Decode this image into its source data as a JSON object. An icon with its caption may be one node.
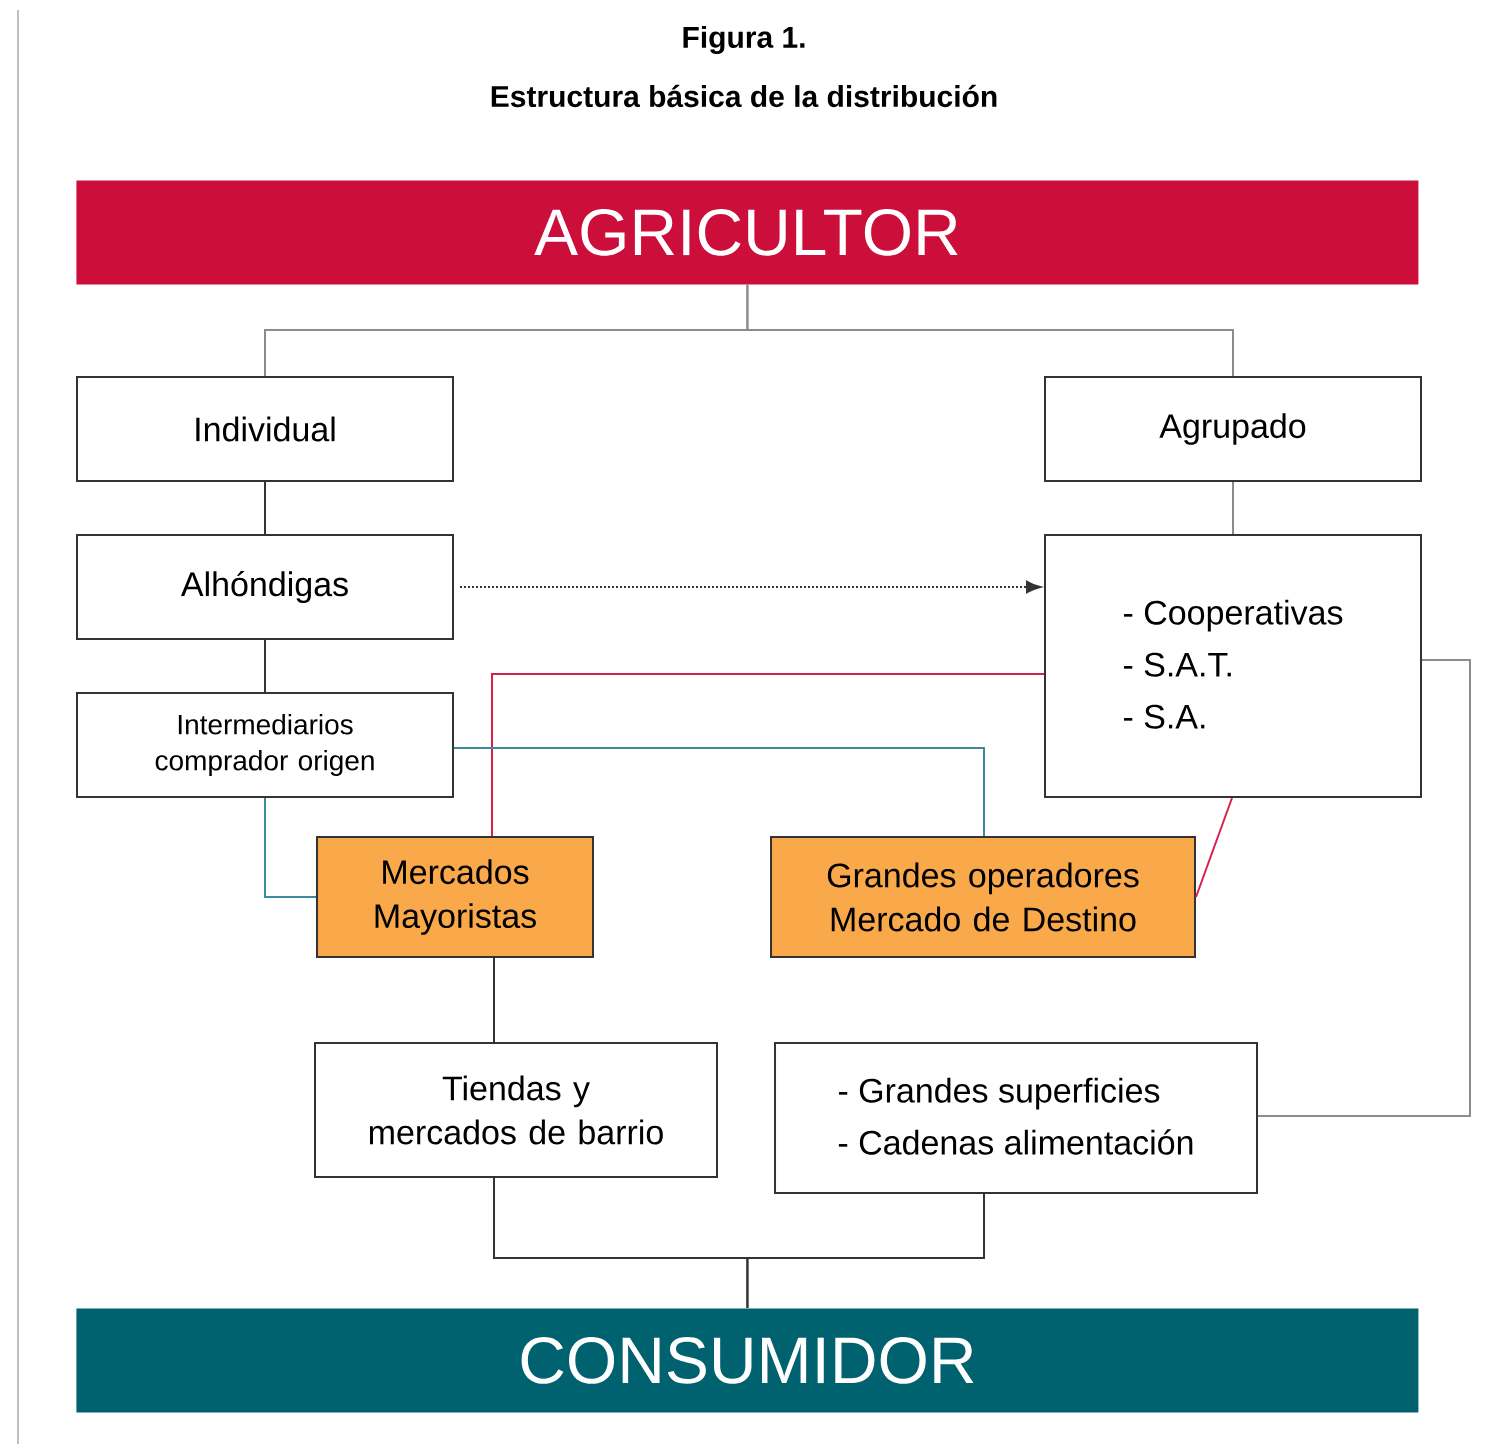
{
  "diagram": {
    "title": "Estructura básica de la distribución",
    "labels": [
      "Figura 1."
    ],
    "nodes": [
      {
        "text": [
          "AGRICULTOR"
        ]
      },
      {
        "text": [
          "Individual"
        ]
      },
      {
        "text": [
          "Agrupado"
        ]
      },
      {
        "text": [
          "Alhóndigas"
        ]
      },
      {
        "text": [
          "- Cooperativas",
          "- S.A.T.",
          "- S.A."
        ]
      },
      {
        "text": [
          "Intermediarios comprador origen"
        ]
      },
      {
        "text": [
          "Mercados Mayoristas"
        ]
      },
      {
        "text": [
          "Grandes operadores Mercado de Destino"
        ]
      },
      {
        "text": [
          "Tiendas y mercados de barrio"
        ]
      },
      {
        "text": [
          "- Grandes superficies",
          "- Cadenas alimentación"
        ]
      },
      {
        "text": [
          "CONSUMIDOR"
        ]
      }
    ],
    "edges": [
      {
        "from": 0,
        "to": 1,
        "arrow": "none",
        "color": "#8c8c8c"
      },
      {
        "from": 0,
        "to": 2,
        "arrow": "none",
        "color": "#8c8c8c"
      },
      {
        "from": 1,
        "to": 3,
        "arrow": "none"
      },
      {
        "from": 2,
        "to": 4,
        "arrow": "none",
        "color": "#8c8c8c"
      },
      {
        "from": 3,
        "to": 4,
        "arrow": "to",
        "style": "dashed"
      },
      {
        "from": 3,
        "to": 5,
        "arrow": "none"
      },
      {
        "from": 4,
        "to": 6,
        "arrow": "none",
        "color": "#d6204e"
      },
      {
        "from": 5,
        "to": 6,
        "arrow": "none",
        "color": "#3b8c9b"
      },
      {
        "from": 5,
        "to": 7,
        "arrow": "none",
        "color": "#3b8c9b"
      },
      {
        "from": 4,
        "to": 7,
        "arrow": "none",
        "color": "#d6204e"
      },
      {
        "from": 6,
        "to": 8,
        "arrow": "none"
      },
      {
        "from": 4,
        "to": 9,
        "arrow": "none",
        "color": "#8c8c8c"
      },
      {
        "from": 8,
        "to": 10,
        "arrow": "none"
      },
      {
        "from": 9,
        "to": 10,
        "arrow": "none"
      }
    ]
  }
}
